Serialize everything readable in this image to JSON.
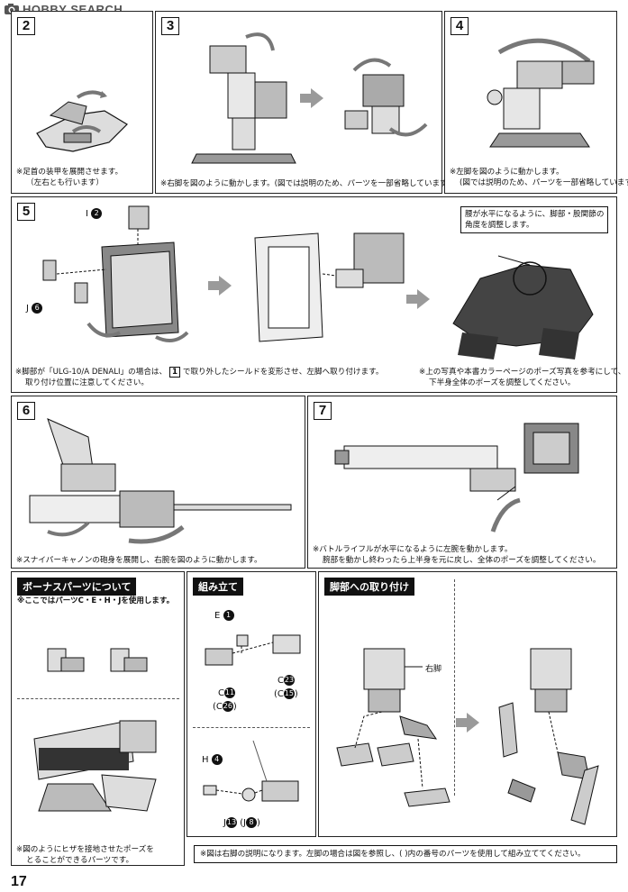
{
  "header": {
    "logo_text": "HOBBY SEARCH"
  },
  "steps": {
    "s2": {
      "num": "2",
      "note1": "※足首の装甲を展開させます。",
      "note2": "（左右とも行います）"
    },
    "s3": {
      "num": "3",
      "note1": "※右脚を図のように動かします。(図では説明のため、パーツを一部省略しています)"
    },
    "s4": {
      "num": "4",
      "note1": "※左脚を図のように動かします。",
      "note2": "(図では説明のため、パーツを一部省略しています)"
    },
    "s5": {
      "num": "5",
      "label_i": "I",
      "label_i_num": "2",
      "label_j": "J",
      "label_j_num": "6",
      "note1a": "※脚部が「ULG-10/A DENALI」の場合は、",
      "note1_box": "1",
      "note1b": "で取り外したシールドを変形させ、左脚へ取り付けます。",
      "note2": "取り付け位置に注意してください。",
      "callout1": "腰が水平になるように、脚部・股関節の",
      "callout2": "角度を調整します。",
      "rnote1": "※上の写真や本書カラーページのポーズ写真を参考にして、",
      "rnote2": "下半身全体のポーズを調整してください。"
    },
    "s6": {
      "num": "6",
      "note1": "※スナイパーキャノンの砲身を展開し、右腕を図のように動かします。"
    },
    "s7": {
      "num": "7",
      "note1": "※バトルライフルが水平になるように左腕を動かします。",
      "note2": "腕部を動かし終わったら上半身を元に戻し、全体のポーズを調整してください。"
    }
  },
  "bonus": {
    "title": "ボーナスパーツについて",
    "subtitle": "※ここではパーツC・E・H・Jを使用します。",
    "note1": "※図のようにヒザを接地させたポーズを",
    "note2": "とることができるパーツです。"
  },
  "assembly": {
    "title": "組み立て",
    "e_label": "E",
    "e_num": "1",
    "c23_label": "C",
    "c23_num": "23",
    "c15_label": "(C",
    "c15_num": "15",
    "c15_close": ")",
    "c11_label": "C",
    "c11_num": "11",
    "c26_label": "(C",
    "c26_num": "26",
    "c26_close": ")",
    "h_label": "H",
    "h_num": "4",
    "j13_label": "J",
    "j13_num": "13",
    "j8_label": "(J",
    "j8_num": "8",
    "j8_close": ")"
  },
  "mount": {
    "title": "脚部への取り付け",
    "right_leg": "右脚",
    "bottom_note": "※図は右脚の説明になります。左脚の場合は図を参照し、( )内の番号のパーツを使用して組み立ててください。"
  },
  "page_number": "17"
}
